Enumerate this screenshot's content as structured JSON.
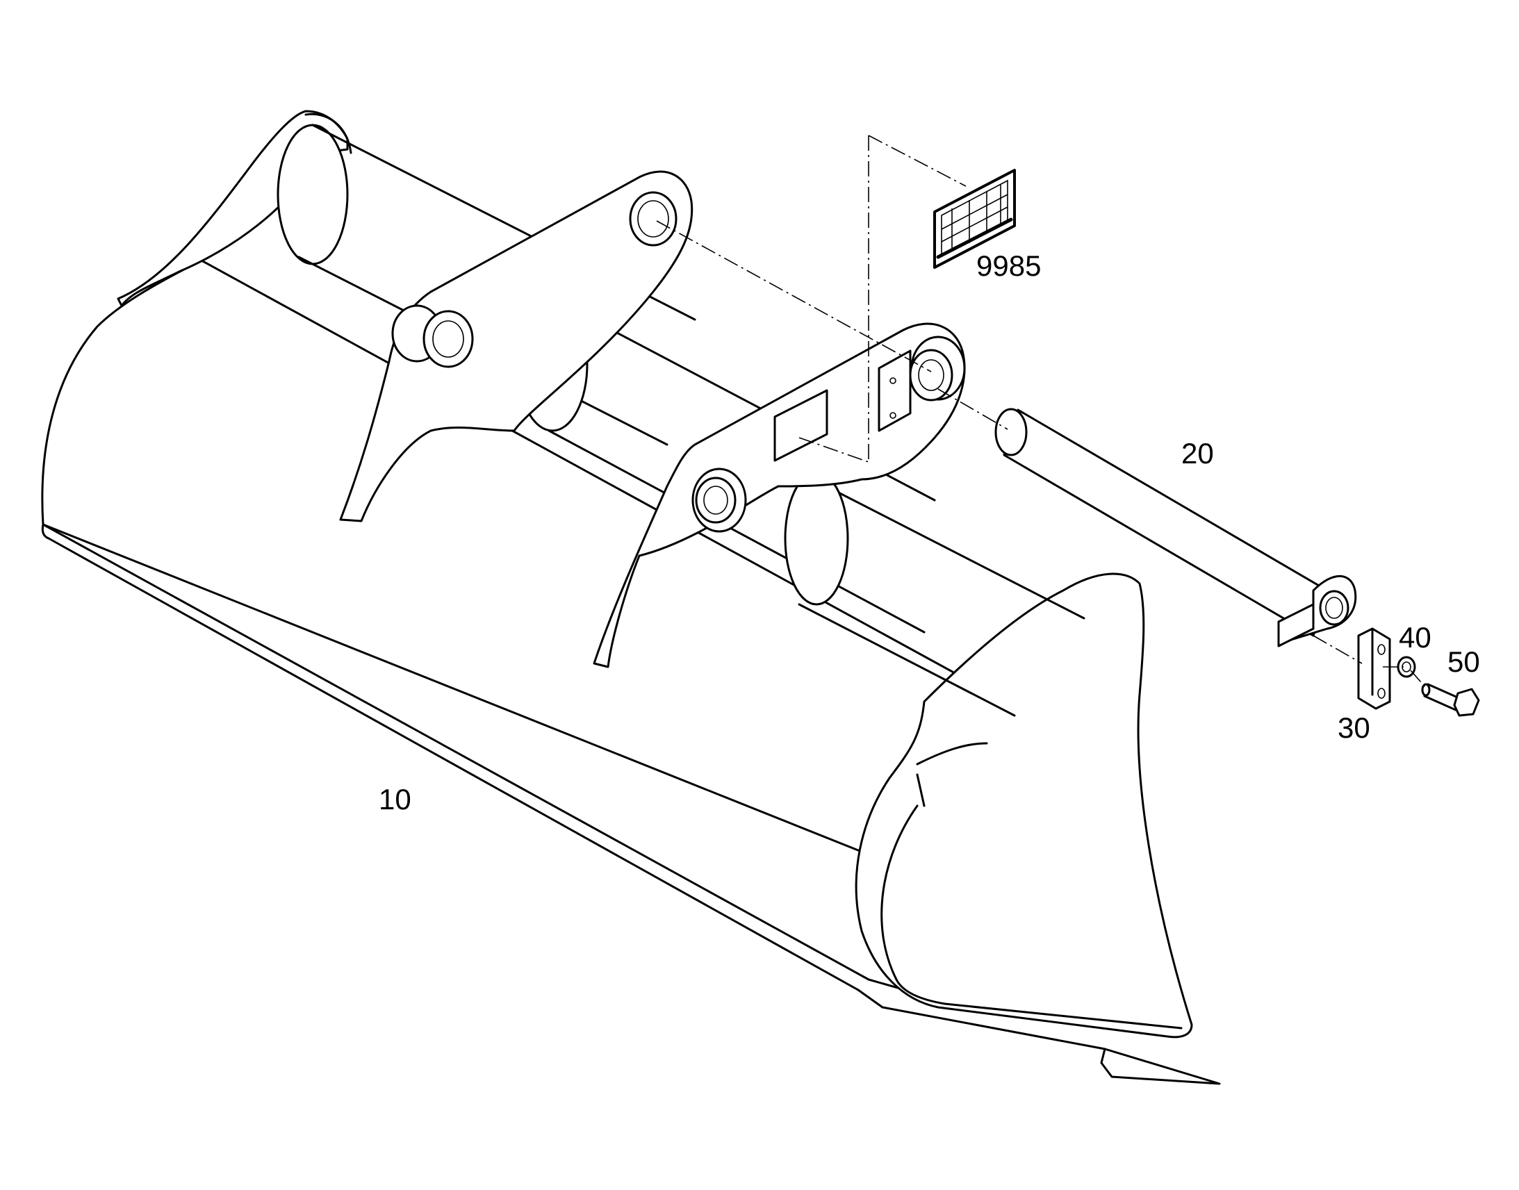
{
  "diagram": {
    "callouts": [
      {
        "id": "bucket",
        "label": "10"
      },
      {
        "id": "pin",
        "label": "20"
      },
      {
        "id": "lock-plate",
        "label": "30"
      },
      {
        "id": "washer",
        "label": "40"
      },
      {
        "id": "bolt",
        "label": "50"
      },
      {
        "id": "type-plate",
        "label": "9985"
      }
    ]
  }
}
